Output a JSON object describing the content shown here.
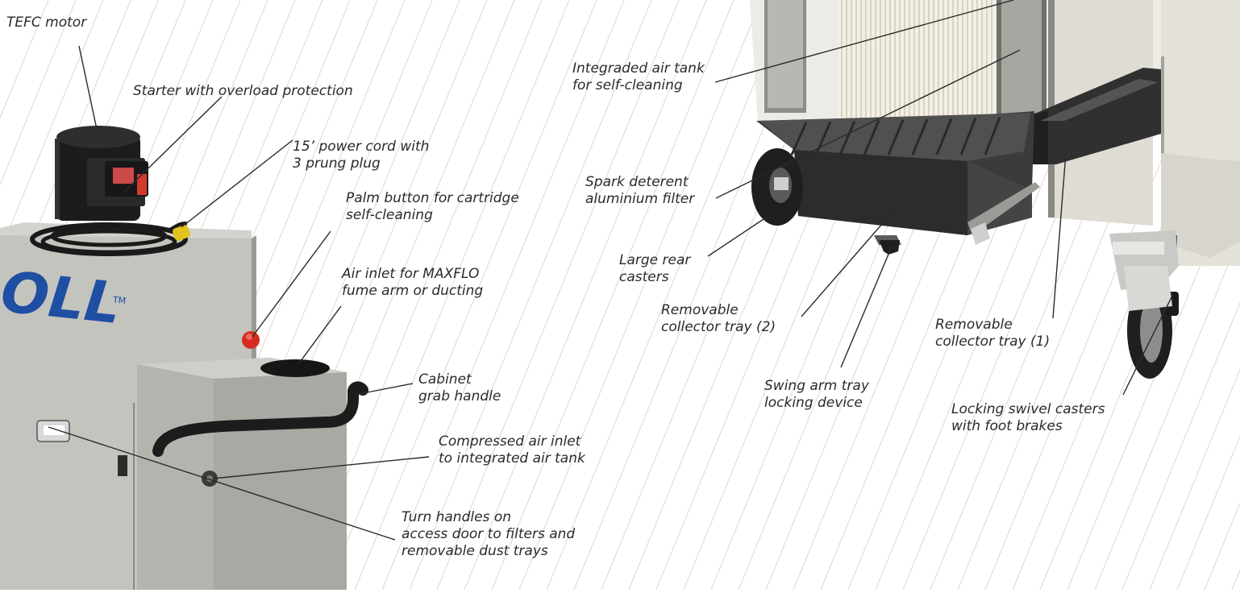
{
  "brand": {
    "logo_text": "OLL",
    "trademark": "TM"
  },
  "callouts": {
    "tefc_motor": [
      "TEFC motor"
    ],
    "starter": [
      "Starter with overload protection"
    ],
    "power_cord": [
      "15’ power cord with",
      "3 prung plug"
    ],
    "palm_button": [
      "Palm button for cartridge",
      "self-cleaning"
    ],
    "air_inlet": [
      "Air inlet for MAXFLO",
      "fume arm or ducting"
    ],
    "grab_handle": [
      "Cabinet",
      "grab handle"
    ],
    "compressed_air": [
      "Compressed air inlet",
      "to integrated air tank"
    ],
    "turn_handles": [
      "Turn handles on",
      "access door to filters and",
      "removable dust trays"
    ],
    "air_tank": [
      "Integraded air tank",
      "for self-cleaning"
    ],
    "spark_filter": [
      "Spark deterent",
      "aluminium filter"
    ],
    "rear_casters": [
      "Large rear",
      "casters"
    ],
    "tray_2": [
      "Removable",
      "collector tray (2)"
    ],
    "swing_arm": [
      "Swing arm tray",
      "locking device"
    ],
    "tray_1": [
      "Removable",
      "collector tray (1)"
    ],
    "swivel_casters": [
      "Locking swivel casters",
      "with foot brakes"
    ]
  },
  "colors": {
    "cabinet": "#b6b6b1",
    "cabinet_dark": "#8f8f89",
    "housing": "#e4e1d8",
    "tray": "#3b3b3b",
    "motor": "#1c1c1c",
    "logo": "#1f4fa3",
    "button": "#d62c1f",
    "plug": "#e2c31c",
    "filter": "#f3efe4",
    "line": "#2a2a2a",
    "stripe": "#e6d2d2"
  }
}
